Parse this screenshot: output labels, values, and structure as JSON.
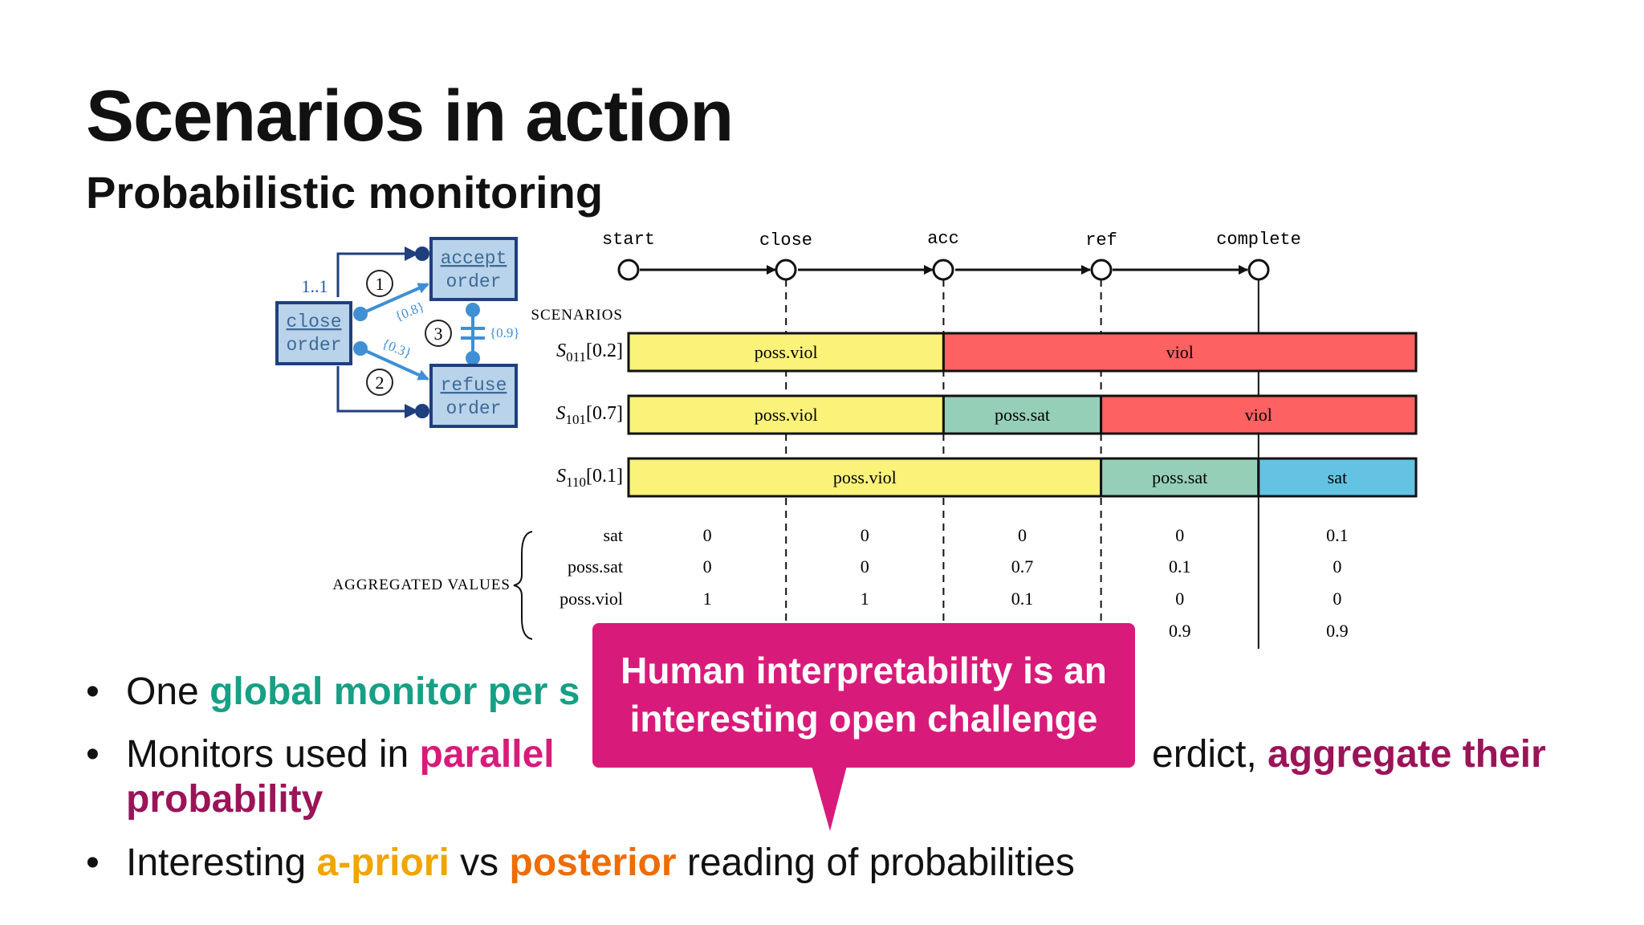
{
  "slide": {
    "title": "Scenarios in action",
    "subtitle": "Probabilistic monitoring"
  },
  "model": {
    "multiplicity": "1..1",
    "close": [
      "close",
      "order"
    ],
    "accept": [
      "accept",
      "order"
    ],
    "refuse": [
      "refuse",
      "order"
    ],
    "n1": "1",
    "n2": "2",
    "n3": "3",
    "p1": "{0.8}",
    "p2": "{0.3}",
    "p3": "{0.9}"
  },
  "timeline": {
    "events": [
      "start",
      "close",
      "acc",
      "ref",
      "complete"
    ],
    "scenarios_label": "SCENARIOS",
    "aggregated_label": "AGGREGATED VALUES"
  },
  "scenarios": [
    {
      "name": "S",
      "sub": "011",
      "prob": "[0.2]",
      "segments": [
        {
          "label": "poss.viol",
          "state": "possviol",
          "from": 0,
          "to": 2
        },
        {
          "label": "viol",
          "state": "viol",
          "from": 2,
          "to": 5
        }
      ]
    },
    {
      "name": "S",
      "sub": "101",
      "prob": "[0.7]",
      "segments": [
        {
          "label": "poss.viol",
          "state": "possviol",
          "from": 0,
          "to": 2
        },
        {
          "label": "poss.sat",
          "state": "posssat",
          "from": 2,
          "to": 3
        },
        {
          "label": "viol",
          "state": "viol",
          "from": 3,
          "to": 5
        }
      ]
    },
    {
      "name": "S",
      "sub": "110",
      "prob": "[0.1]",
      "segments": [
        {
          "label": "poss.viol",
          "state": "possviol",
          "from": 0,
          "to": 3
        },
        {
          "label": "poss.sat",
          "state": "posssat",
          "from": 3,
          "to": 4
        },
        {
          "label": "sat",
          "state": "sat",
          "from": 4,
          "to": 5
        }
      ]
    }
  ],
  "aggregated": {
    "rows": [
      "sat",
      "poss.sat",
      "poss.viol"
    ],
    "values": [
      [
        "0",
        "0",
        "0",
        "0",
        "0.1"
      ],
      [
        "0",
        "0",
        "0.7",
        "0.1",
        "0"
      ],
      [
        "1",
        "1",
        "0.1",
        "0",
        "0"
      ],
      [
        "",
        "",
        "",
        "0.9",
        "0.9"
      ]
    ]
  },
  "colors": {
    "possviol": "#fbf27a",
    "viol": "#fd6161",
    "posssat": "#96cfb8",
    "sat": "#64c3e3",
    "callout": "#d81b7a"
  },
  "callout": {
    "line1": "Human interpretability is an",
    "line2": "interesting open challenge"
  },
  "bullets": [
    {
      "pre": "One ",
      "hl": "global monitor per s",
      "post": ""
    },
    {
      "pre": "Monitors used in ",
      "hl": "parallel",
      "mid": "erdict, ",
      "hl2": "aggregate their",
      "line2": "probability"
    },
    {
      "pre": "Interesting ",
      "hl": "a-priori",
      "mid": " vs ",
      "hl2": "posterior",
      "post": " reading of probabilities"
    }
  ]
}
